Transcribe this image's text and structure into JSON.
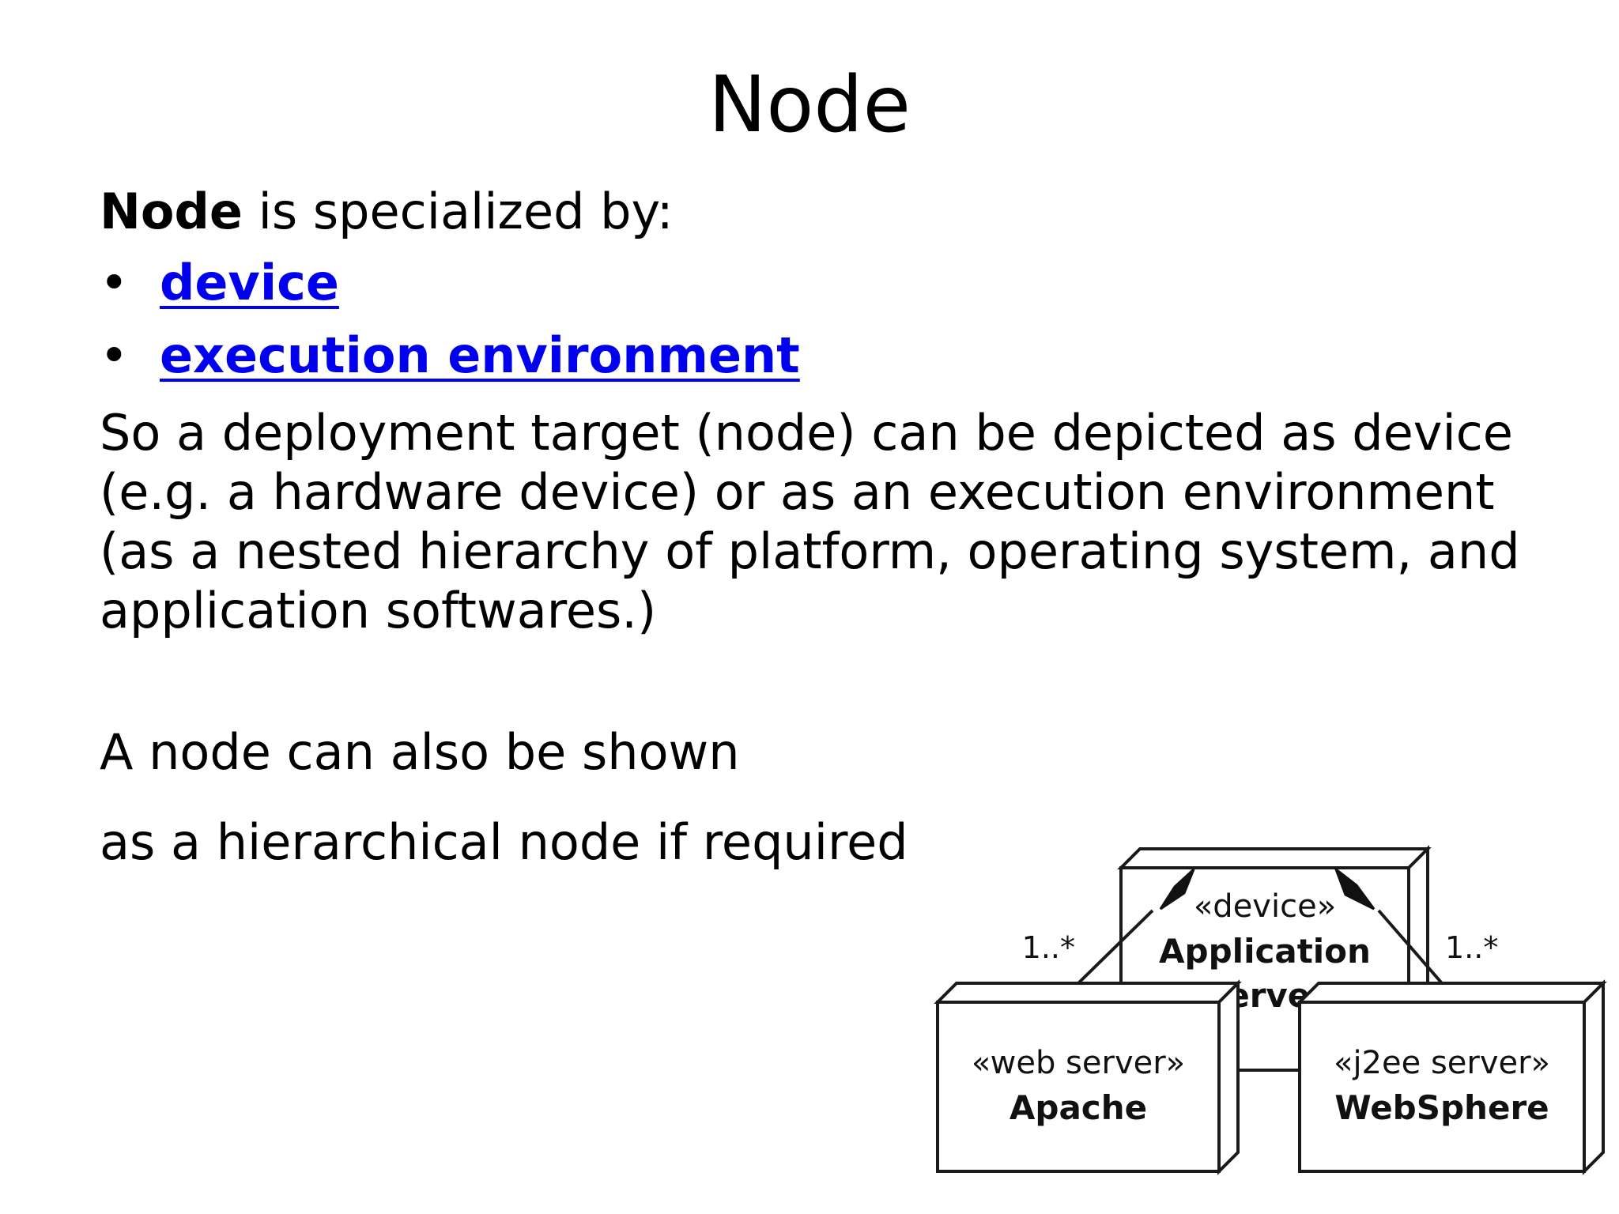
{
  "slide": {
    "title": "Node",
    "intro_bold": "Node",
    "intro_rest": " is specialized by:",
    "bullet_symbol": "•",
    "bullets": [
      {
        "label": "device"
      },
      {
        "label": "execution environment"
      }
    ],
    "paragraph_lines": [
      "So a deployment target (node) can be depicted as device",
      "(e.g. a hardware device) or as an execution environment",
      "(as a nested hierarchy of platform, operating system, and",
      "application softwares.)"
    ],
    "side_line_1": "A node can also be shown",
    "side_line_2": "as a hierarchical node if required",
    "link_color": "#0000ee"
  },
  "diagram": {
    "nodes": {
      "app_server": {
        "stereotype": "«device»",
        "name_line1": "Application",
        "name_line2": "Server"
      },
      "apache": {
        "stereotype": "«web server»",
        "name": "Apache"
      },
      "websphere": {
        "stereotype": "«j2ee server»",
        "name": "WebSphere"
      }
    },
    "edges": {
      "left": {
        "multiplicity": "1..*"
      },
      "right": {
        "multiplicity": "1..*"
      }
    }
  }
}
